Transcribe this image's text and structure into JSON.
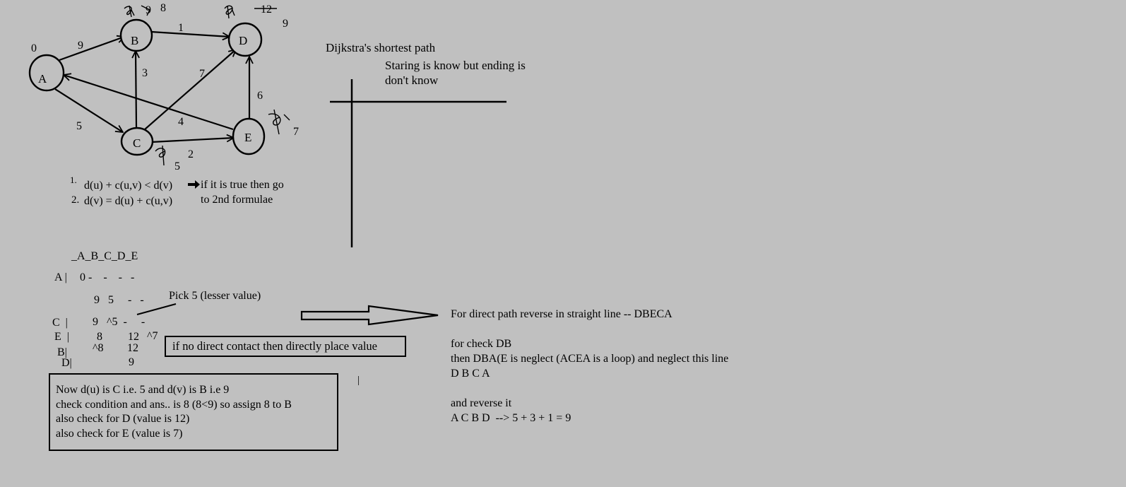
{
  "title": "Dijkstra's shortest path",
  "note": {
    "line1": "Staring is know but ending is",
    "line2": "don't know"
  },
  "graph": {
    "nodes": {
      "A": {
        "label": "A",
        "value": "0"
      },
      "B": {
        "label": "B",
        "value_old": "9",
        "value_new": "8"
      },
      "C": {
        "label": "C",
        "value": "5"
      },
      "D": {
        "label": "D",
        "value_old": "12",
        "value_new": "9"
      },
      "E": {
        "label": "E",
        "value": "7"
      }
    },
    "edges": {
      "AB": "9",
      "BD": "1",
      "CB": "3",
      "CD": "7",
      "EA": "4",
      "AC": "5",
      "CE": "2",
      "ED": "6"
    }
  },
  "formulas": {
    "n1": "1.",
    "f1": "d(u) + c(u,v) < d(v)",
    "arrow": "➡",
    "f1_note_line1": "if it is true then go",
    "f1_note_line2": "to 2nd formulae",
    "n2": "2.",
    "f2": "d(v) = d(u) + c(u,v)"
  },
  "table": {
    "header": "_A_B_C_D_E",
    "rows": {
      "r1_label": "A |",
      "r1_vals": "0 -    -    -   -",
      "r2_vals": "9   5     -   -",
      "pick_note": "Pick 5 (lesser value)",
      "r3_label": "C  |",
      "r3_vals": "9   ^5  -     -",
      "r4_label": "E  |",
      "r4_v1": "8",
      "r4_v2": "12",
      "r4_v3": "^7",
      "r5_label": "B|",
      "r5_v1": "^8",
      "r5_v2": "12",
      "r6_label": "D|",
      "r6_v1": "9"
    }
  },
  "direct_note": "if no direct contact then directly place value",
  "explain_box": {
    "line1": "Now d(u) is C i.e. 5 and d(v) is B i.e 9",
    "line2": "check condition and ans.. is 8 (8<9) so assign 8 to B",
    "line3": "also check for D (value is 12)",
    "line4": "also check for E (value is 7)"
  },
  "right_notes": {
    "line1": "For direct path reverse in straight line -- DBECA",
    "line2": "for check DB",
    "line3": "then DBA(E is neglect (ACEA is a loop) and neglect this line",
    "line4": "D B C A",
    "line5": "and reverse it",
    "line6": "A C B D  --> 5 + 3 + 1 = 9"
  },
  "misc": {
    "stray_mark": "|"
  }
}
